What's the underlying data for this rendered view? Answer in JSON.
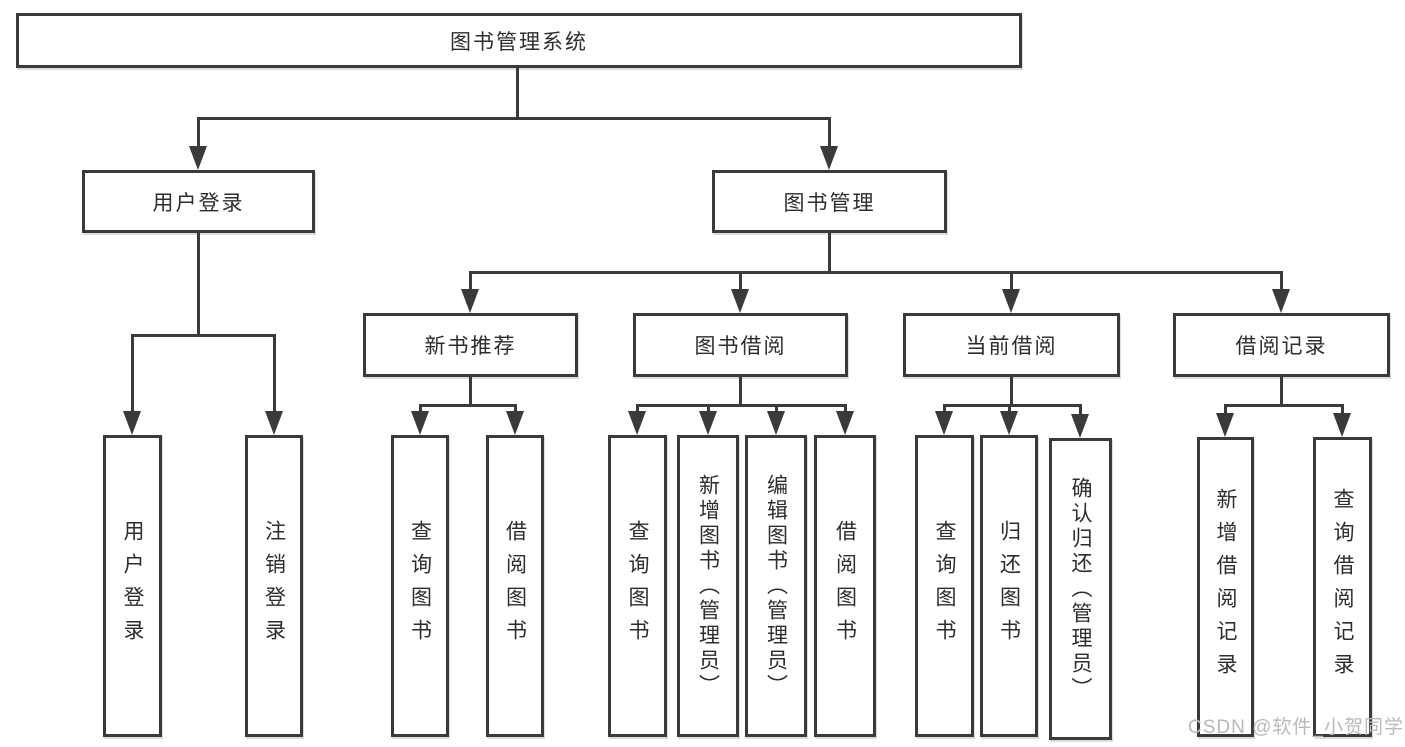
{
  "tree": {
    "label": "图书管理系统",
    "children": [
      {
        "label": "用户登录",
        "children": [
          {
            "label": "用户登录"
          },
          {
            "label": "注销登录"
          }
        ]
      },
      {
        "label": "图书管理",
        "children": [
          {
            "label": "新书推荐",
            "children": [
              {
                "label": "查询图书"
              },
              {
                "label": "借阅图书"
              }
            ]
          },
          {
            "label": "图书借阅",
            "children": [
              {
                "label": "查询图书"
              },
              {
                "label": "新增图书（管理员）"
              },
              {
                "label": "编辑图书（管理员）"
              },
              {
                "label": "借阅图书"
              }
            ]
          },
          {
            "label": "当前借阅",
            "children": [
              {
                "label": "查询图书"
              },
              {
                "label": "归还图书"
              },
              {
                "label": "确认归还（管理员）"
              }
            ]
          },
          {
            "label": "借阅记录",
            "children": [
              {
                "label": "新增借阅记录"
              },
              {
                "label": "查询借阅记录"
              }
            ]
          }
        ]
      }
    ]
  },
  "watermark": {
    "text": "CSDN @软件_小贺同学"
  },
  "colors": {
    "line": "#3a3a3a",
    "text": "#2d2d2d",
    "watermark": "#b9b9b9",
    "background": "#ffffff"
  }
}
